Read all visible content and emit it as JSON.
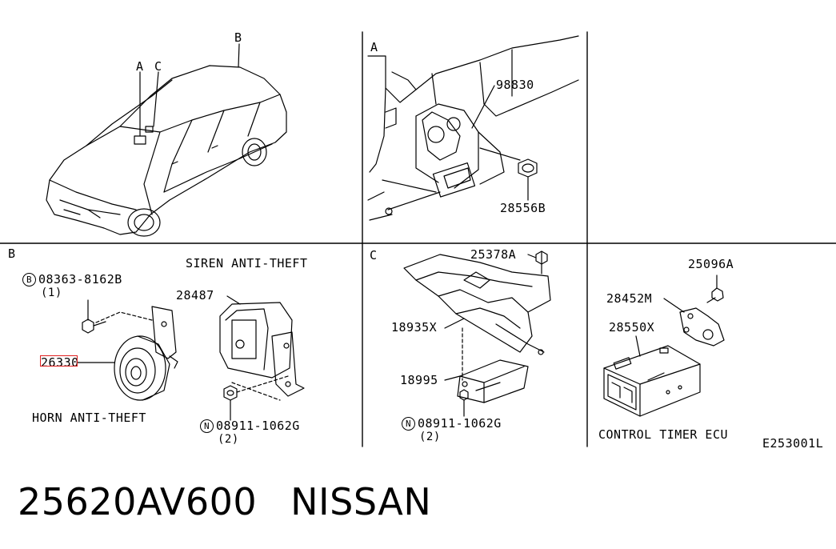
{
  "diagram": {
    "callouts": {
      "overview_b": "B",
      "overview_a": "A",
      "overview_c": "C",
      "panel_a": "A",
      "panel_b": "B",
      "panel_c": "C"
    },
    "panel_a": {
      "bracket": "98830",
      "nut": "28556B"
    },
    "panel_b": {
      "siren_title": "SIREN ANTI-THEFT",
      "horn_title": "HORN ANTI-THEFT",
      "bolt_prefix": "B",
      "bolt": "08363-8162B",
      "bolt_qty": "(1)",
      "horn": "26330",
      "siren": "28487",
      "nut_prefix": "N",
      "nut": "08911-1062G",
      "nut_qty": "(2)"
    },
    "panel_c": {
      "bolt": "25378A",
      "bracket": "18935X",
      "sensor": "18995",
      "nut_prefix": "N",
      "nut": "08911-1062G",
      "nut_qty": "(2)"
    },
    "panel_d": {
      "screw": "25096A",
      "bracket": "28452M",
      "ecu": "28550X",
      "title": "CONTROL TIMER ECU"
    },
    "ref_code": "E253001L"
  },
  "footer": {
    "part_number": "25620AV600",
    "brand": "NISSAN"
  },
  "colors": {
    "highlight": "#e02020",
    "ink": "#000000",
    "background": "#ffffff"
  }
}
